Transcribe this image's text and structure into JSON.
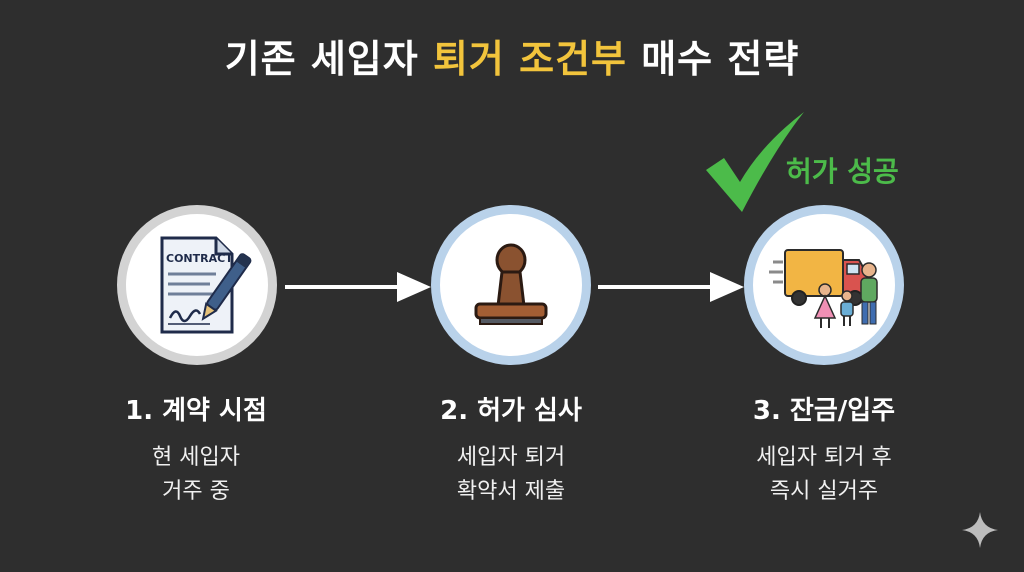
{
  "title": {
    "part1": "기존 세입자 ",
    "highlight": "퇴거 조건부",
    "part2": " 매수 전략",
    "highlight_color": "#f2c43c"
  },
  "contract_icon_text": "CONTRACT",
  "steps": [
    {
      "label": "1. 계약 시점",
      "desc_line1": "현 세입자",
      "desc_line2": "거주 중",
      "icon": "contract-icon"
    },
    {
      "label": "2. 허가 심사",
      "desc_line1": "세입자 퇴거",
      "desc_line2": "확약서 제출",
      "icon": "stamp-icon"
    },
    {
      "label": "3. 잔금/입주",
      "desc_line1": "세입자 퇴거 후",
      "desc_line2": "즉시 실거주",
      "icon": "moving-family-icon"
    }
  ],
  "success_label": "허가 성공",
  "colors": {
    "background": "#2e2e2e",
    "success": "#4cbb4a",
    "step1_ring": "#d3d3d3",
    "step_ring": "#b9d2ea"
  }
}
